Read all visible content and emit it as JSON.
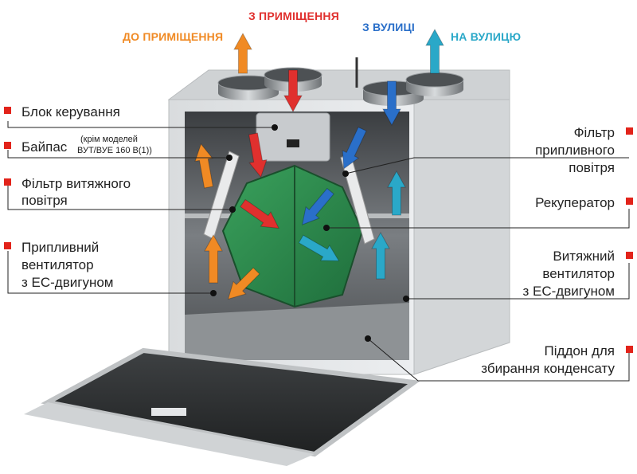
{
  "flows": {
    "to_room": {
      "label": "ДО ПРИМІЩЕННЯ",
      "color": "#f08a24"
    },
    "from_room": {
      "label": "З ПРИМІЩЕННЯ",
      "color": "#e0302e"
    },
    "from_street": {
      "label": "З ВУЛИЦІ",
      "color": "#2a6fc9"
    },
    "to_street": {
      "label": "НА ВУЛИЦЮ",
      "color": "#2aa8c8"
    }
  },
  "labels_left": {
    "control_unit": "Блок керування",
    "bypass": "Байпас",
    "bypass_note_line1": "(крім моделей",
    "bypass_note_line2": "ВУТ/ВУЕ 160 В(1))",
    "exhaust_filter_line1": "Фільтр витяжного",
    "exhaust_filter_line2": "повітря",
    "supply_fan_line1": "Припливний",
    "supply_fan_line2": "вентилятор",
    "supply_fan_line3": "з ЕС-двигуном"
  },
  "labels_right": {
    "supply_filter_line1": "Фільтр",
    "supply_filter_line2": "припливного",
    "supply_filter_line3": "повітря",
    "recuperator": "Рекуператор",
    "exhaust_fan_line1": "Витяжний",
    "exhaust_fan_line2": "вентилятор",
    "exhaust_fan_line3": "з ЕС-двигуном",
    "drain_pan_line1": "Піддон для",
    "drain_pan_line2": "збирання конденсату"
  },
  "colors": {
    "marker": "#e2231a",
    "heat_exchanger": "#2e8b4e",
    "cabinet": "#e6e8ea",
    "interior": "#6b6f72"
  }
}
